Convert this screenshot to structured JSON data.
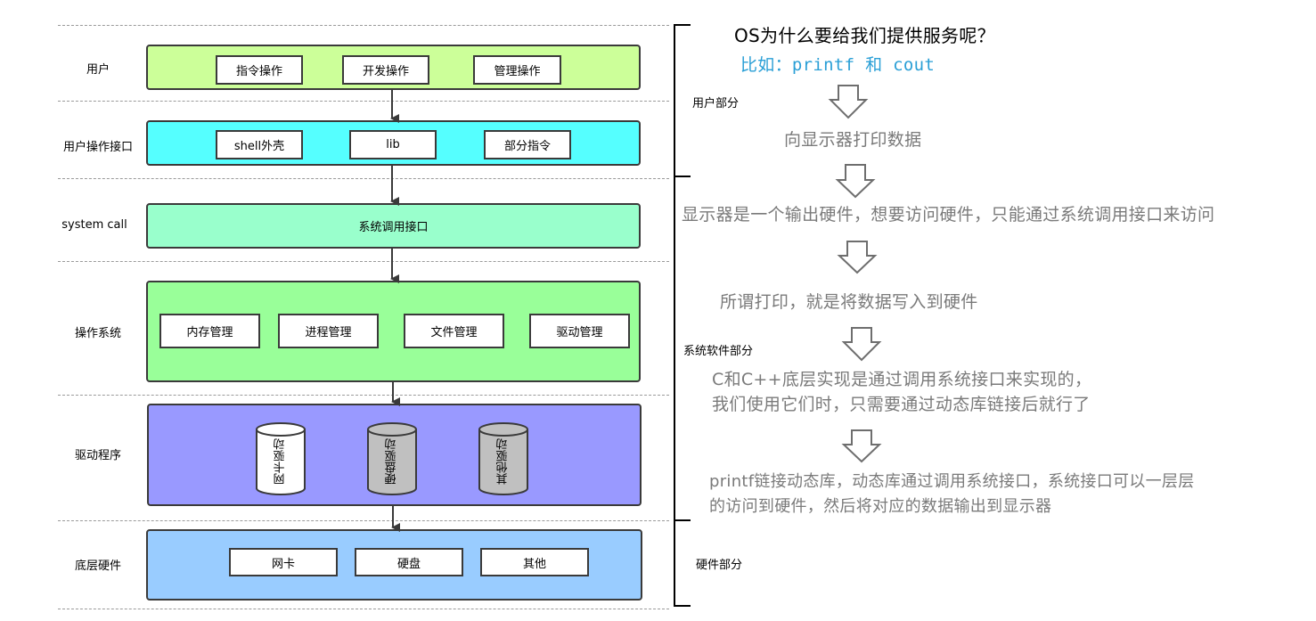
{
  "layers": {
    "user": {
      "label": "用户",
      "color": "#ccff99",
      "items": [
        "指令操作",
        "开发操作",
        "管理操作"
      ]
    },
    "user_interface": {
      "label": "用户操作接口",
      "color": "#55ffff",
      "items": [
        "shell外壳",
        "lib",
        "部分指令"
      ]
    },
    "system_call": {
      "label": "system call",
      "color": "#99ffcc",
      "center": "系统调用接口"
    },
    "os": {
      "label": "操作系统",
      "color": "#99ff99",
      "items": [
        "内存管理",
        "进程管理",
        "文件管理",
        "驱动管理"
      ]
    },
    "drivers": {
      "label": "驱动程序",
      "color": "#9999ff",
      "items": [
        "网卡驱动",
        "硬盘驱动",
        "其他驱动"
      ]
    },
    "hardware": {
      "label": "底层硬件",
      "color": "#99ccff",
      "items": [
        "网卡",
        "硬盘",
        "其他"
      ]
    }
  },
  "brackets": {
    "user_part": "用户部分",
    "system_software_part": "系统软件部分",
    "hardware_part": "硬件部分"
  },
  "notes": {
    "question": "OS为什么要给我们提供服务呢？",
    "example": "比如：printf 和 cout",
    "step1": "向显示器打印数据",
    "step2": "显示器是一个输出硬件，想要访问硬件，只能通过系统调用接口来访问",
    "step3": "所谓打印，就是将数据写入到硬件",
    "step4_line1": "C和C++底层实现是通过调用系统接口来实现的，",
    "step4_line2": "我们使用它们时，只需要通过动态库链接后就行了",
    "step5_line1": "printf链接动态库，动态库通过调用系统接口，系统接口可以一层层",
    "step5_line2": "的访问到硬件，然后将对应的数据输出到显示器"
  },
  "colors": {
    "driver_cylinder_white": "#ffffff",
    "driver_cylinder_gray": "#c0c0c0",
    "note_gray": "#7a7a7a",
    "note_blue": "#2a9fd6"
  }
}
